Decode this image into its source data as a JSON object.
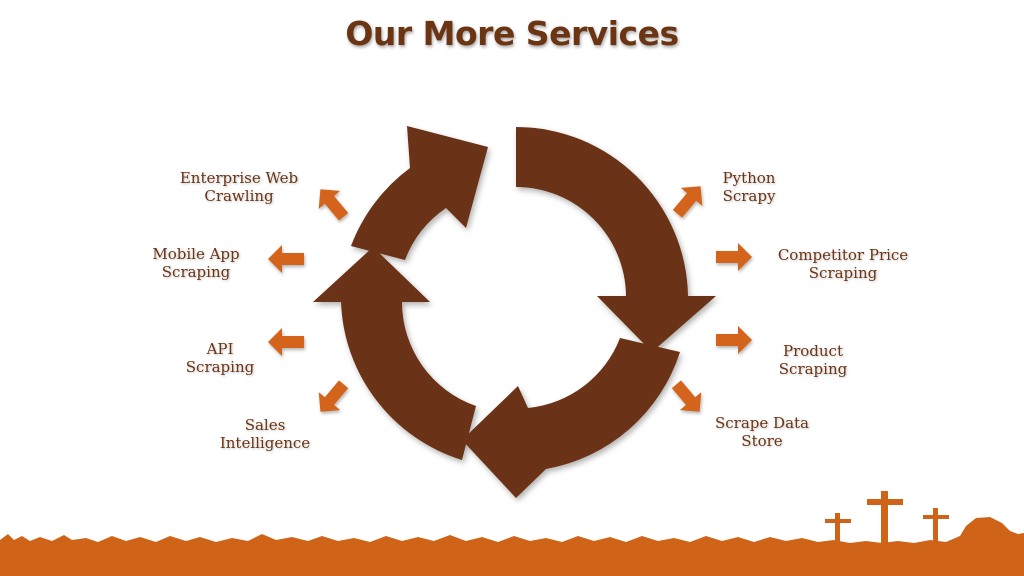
{
  "title": "Our More Services",
  "colors": {
    "title": "#6b3413",
    "cycle": "#6b3312",
    "accent": "#d4641a",
    "ground": "#cf6418"
  },
  "services_left": [
    {
      "line1": "Enterprise Web",
      "line2": "Crawling"
    },
    {
      "line1": "Mobile App",
      "line2": "Scraping"
    },
    {
      "line1": "API",
      "line2": "Scraping"
    },
    {
      "line1": "Sales",
      "line2": "Intelligence"
    }
  ],
  "services_right": [
    {
      "line1": "Python",
      "line2": "Scrapy"
    },
    {
      "line1": "Competitor Price",
      "line2": "Scraping"
    },
    {
      "line1": "Product",
      "line2": "Scraping"
    },
    {
      "line1": "Scrape Data",
      "line2": "Store"
    }
  ]
}
